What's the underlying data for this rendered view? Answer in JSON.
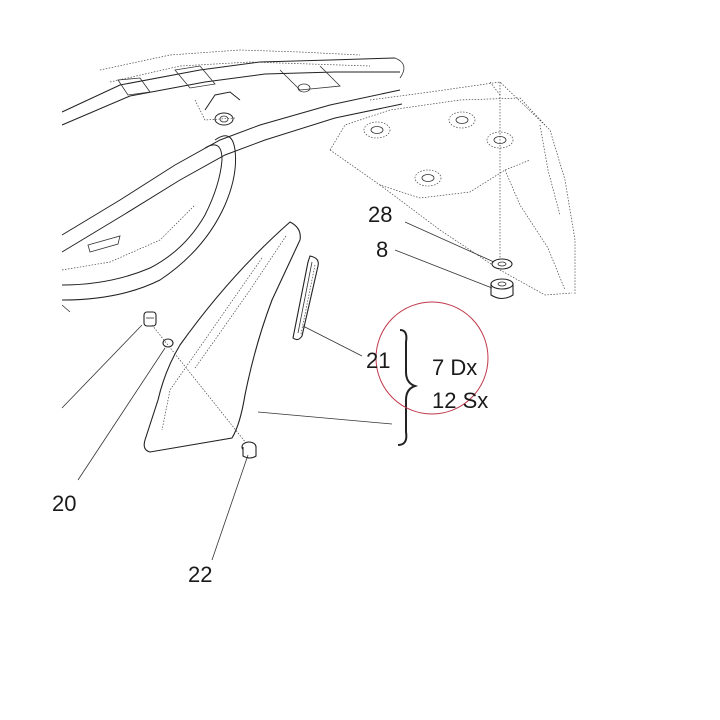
{
  "diagram": {
    "callouts": {
      "c28": "28",
      "c8": "8",
      "c21": "21",
      "c20": "20",
      "c22": "22",
      "dx": "7 Dx",
      "sx": "12 Sx"
    },
    "highlight_color": "#c0394b"
  }
}
